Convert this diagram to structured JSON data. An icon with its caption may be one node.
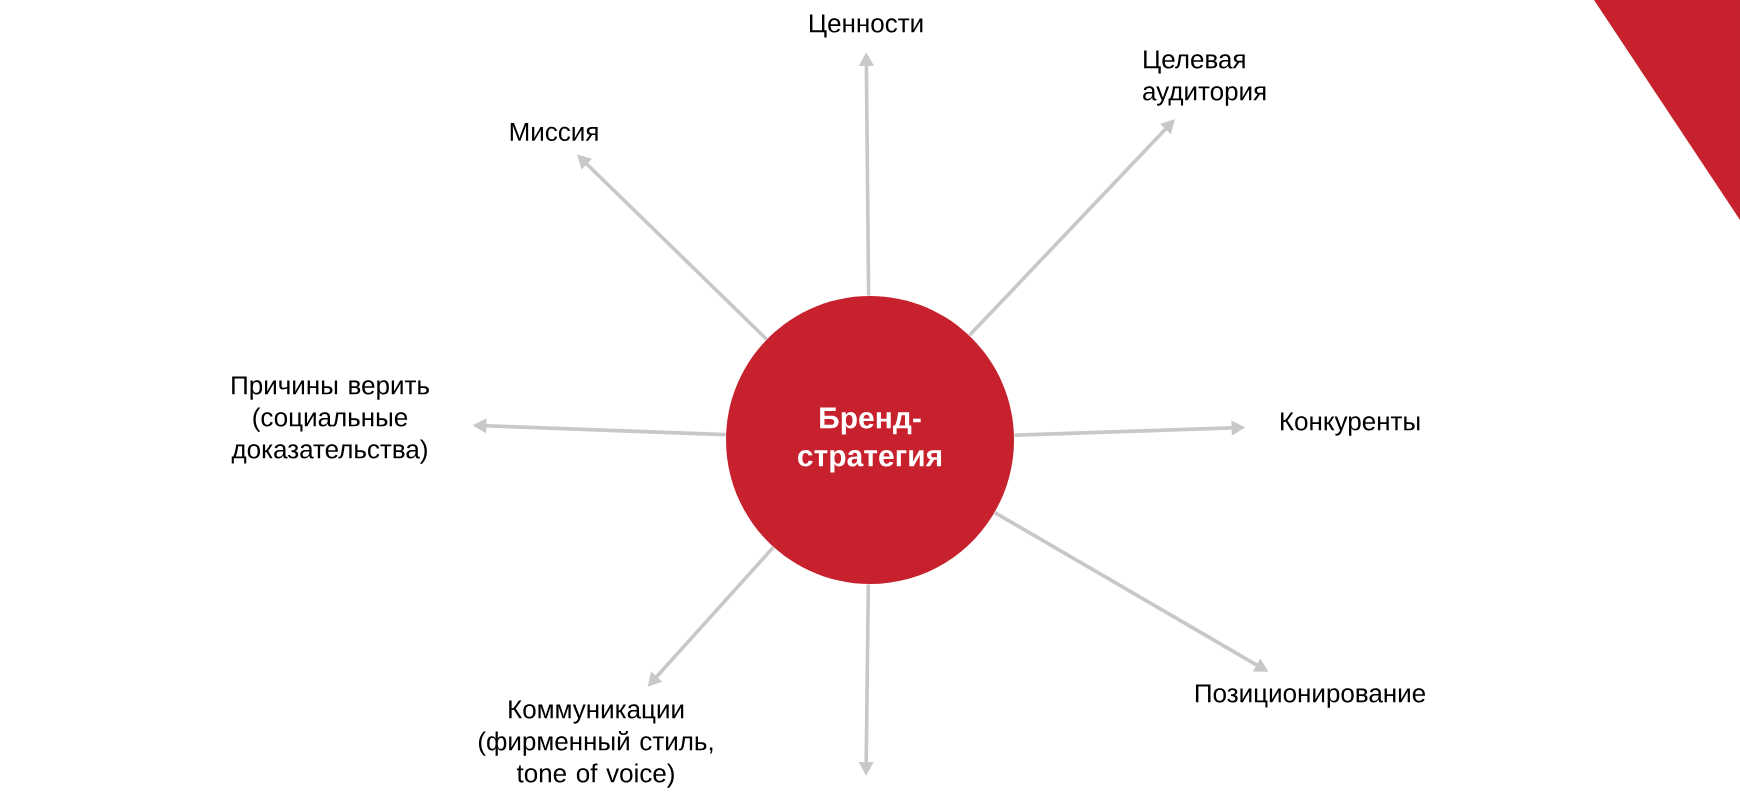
{
  "diagram": {
    "nodes": [
      {
        "text": [
          "Бренд- стратегия"
        ]
      },
      {
        "text": [
          "Ценности"
        ]
      },
      {
        "text": [
          "Целевая аудитория"
        ]
      },
      {
        "text": [
          "Конкуренты"
        ]
      },
      {
        "text": [
          "Позиционирование"
        ]
      },
      {
        "text": [
          "Коммуникации (фирменный стиль, tone of voice)"
        ]
      },
      {
        "text": [
          "Причины верить (социальные доказательства)"
        ]
      },
      {
        "text": [
          "Миссия"
        ]
      }
    ],
    "edges": [
      {
        "from": 0,
        "to": 1,
        "arrow": "to"
      },
      {
        "from": 0,
        "to": 2,
        "arrow": "to"
      },
      {
        "from": 0,
        "to": 3,
        "arrow": "to"
      },
      {
        "from": 0,
        "to": 4,
        "arrow": "to"
      },
      {
        "from": 0,
        "to": null,
        "arrow": "to"
      },
      {
        "from": 0,
        "to": 5,
        "arrow": "to"
      },
      {
        "from": 0,
        "to": 6,
        "arrow": "to"
      },
      {
        "from": 0,
        "to": 7,
        "arrow": "to"
      }
    ]
  }
}
